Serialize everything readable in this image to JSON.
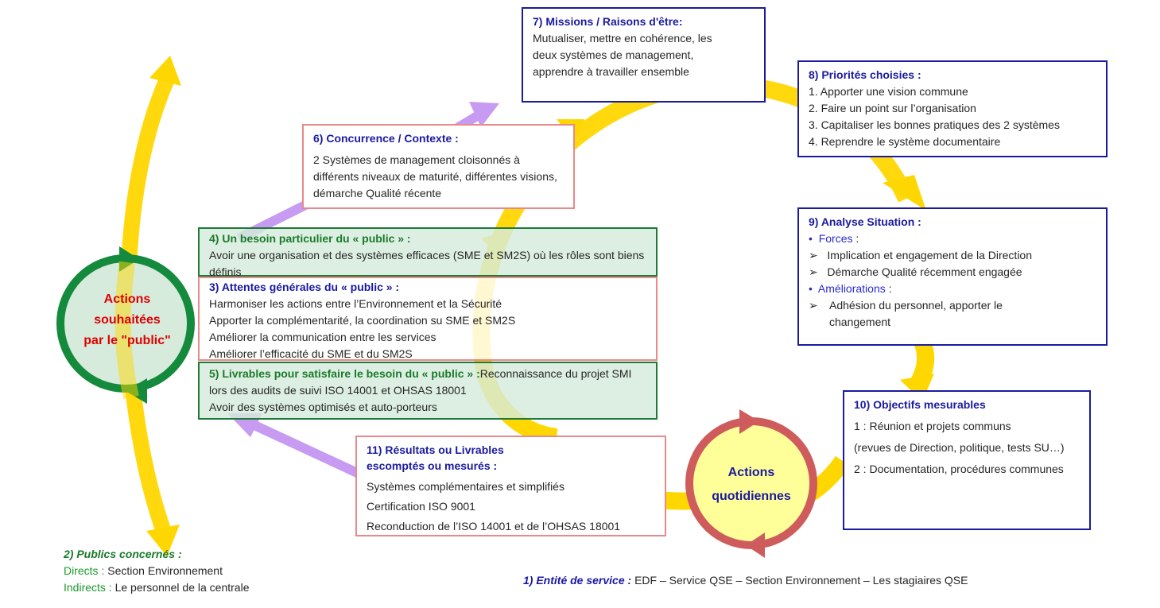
{
  "box7": {
    "title": "7) Missions  / Raisons d'être:",
    "lines": [
      "Mutualiser, mettre en cohérence, les",
      "deux systèmes de management,",
      "apprendre à travailler ensemble"
    ]
  },
  "box8": {
    "title": "8) Priorités choisies :",
    "lines": [
      "1. Apporter une vision commune",
      "2. Faire un point sur l’organisation",
      "3. Capitaliser les bonnes pratiques des 2 systèmes",
      "4. Reprendre le système documentaire"
    ]
  },
  "box9": {
    "title": "9) Analyse Situation :",
    "forces_label": "Forces",
    "forces_items": [
      "Implication et engagement  de la Direction",
      "Démarche Qualité récemment engagée"
    ],
    "ameliorations_label": "Améliorations",
    "ameliorations_items": [
      "Adhésion du personnel, apporter le changement"
    ]
  },
  "box10": {
    "title": "10) Objectifs mesurables",
    "line1": "1 : Réunion et projets communs",
    "line2": "(revues de Direction, politique, tests SU…)",
    "line3": "2 : Documentation, procédures communes"
  },
  "box6": {
    "title": "6) Concurrence  / Contexte :",
    "text": "2 Systèmes de management  cloisonnés à différents niveaux de maturité, différentes visions, démarche Qualité récente"
  },
  "box4": {
    "title": "4) Un besoin particulier  du « public » :",
    "text": "Avoir une organisation et des systèmes efficaces  (SME et SM2S) où les rôles sont biens définis"
  },
  "box3": {
    "title": "3) Attentes générales du « public » :",
    "lines": [
      "Harmoniser les actions entre l’Environnement  et la Sécurité",
      "Apporter la complémentarité,  la coordination su SME et SM2S",
      "Améliorer la communication entre les services",
      "Améliorer  l’efficacité  du SME et du SM2S"
    ]
  },
  "box5": {
    "title": "5) Livrables  pour satisfaire  le besoin du « public » :",
    "text_inline": "Reconnaissance  du projet SMI lors des audits de suivi  ISO 14001 et OHSAS 18001",
    "line2": "Avoir des systèmes optimisés et  auto-porteurs"
  },
  "box11": {
    "title1": "11) Résultats ou Livrables",
    "title2": "escomptés ou mesurés :",
    "lines": [
      "Systèmes complémentaires  et simplifiés",
      "Certification  ISO 9001",
      "Reconduction  de l’ISO 14001 et de l’OHSAS  18001"
    ]
  },
  "circle_left": {
    "lines": [
      "Actions",
      "souhaitées",
      "par le \"public\""
    ]
  },
  "circle_right": {
    "lines": [
      "Actions",
      "quotidiennes"
    ]
  },
  "publics": {
    "title": "2) Publics concernés  :",
    "directs_label": "Directs :",
    "directs_value": "Section Environnement",
    "indirects_label": "Indirects :",
    "indirects_value": "Le personnel de la centrale"
  },
  "entite": {
    "label": "1) Entité de service :",
    "value": "EDF – Service QSE – Section Environnement  – Les stagiaires QSE"
  },
  "colors": {
    "yellow": "#ffd700",
    "purple": "#c79bf2",
    "green_ring": "#138a3c",
    "red_ring": "#cf5c5c",
    "navy": "#1a1aa0"
  }
}
